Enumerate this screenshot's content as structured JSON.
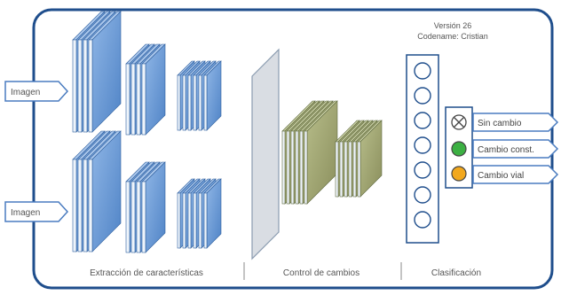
{
  "version": {
    "line1": "Versión 26",
    "line2": "Codename: Cristian"
  },
  "inputs": [
    {
      "label": "Imagen"
    },
    {
      "label": "Imagen"
    }
  ],
  "sections": {
    "extraction": "Extracción de características",
    "change_control": "Control de cambios",
    "classification": "Clasificación"
  },
  "outputs": [
    {
      "label": "Sin cambio",
      "indicator": "crossed-circle",
      "color": "#ffffff"
    },
    {
      "label": "Cambio const.",
      "indicator": "filled-circle",
      "color": "#3cb043"
    },
    {
      "label": "Cambio vial",
      "indicator": "filled-circle",
      "color": "#f2a81d"
    }
  ],
  "colors": {
    "frame": "#1f4e8c",
    "feature_blocks": "#5b8fd0",
    "change_blocks": "#9aa56a",
    "text": "#555555"
  }
}
